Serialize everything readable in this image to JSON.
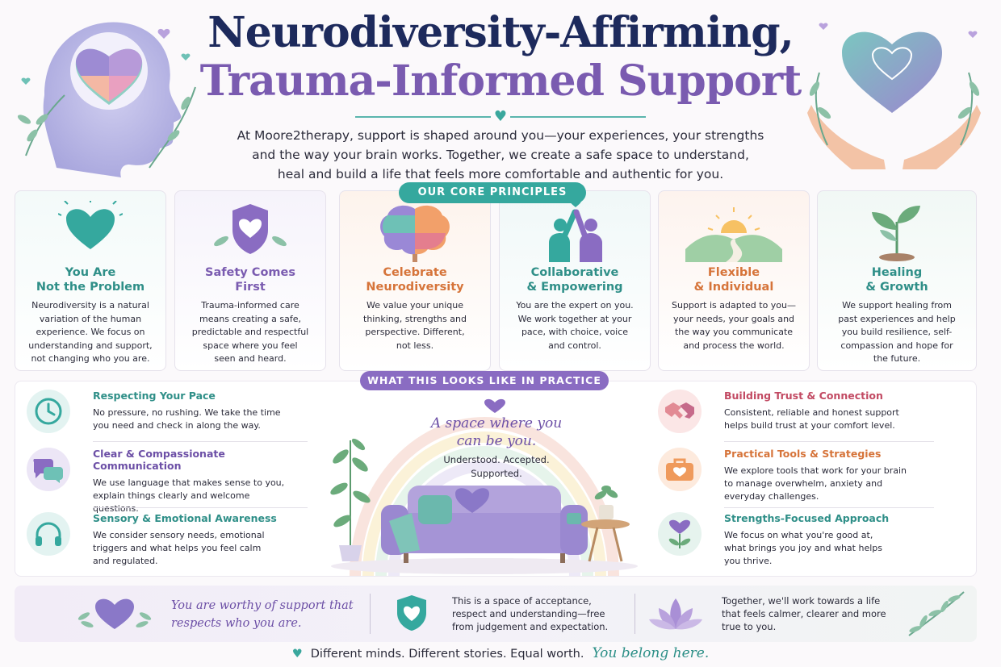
{
  "header": {
    "title_line1": "Neurodiversity-Affirming,",
    "title_line2": "Trauma-Informed Support",
    "intro_line1": "At Moore2therapy, support is shaped around you—your experiences, your strengths",
    "intro_line2": "and the way your brain works. Together, we create a safe space to understand,",
    "intro_line3": "heal and build a life that feels more comfortable and authentic for you."
  },
  "core_pill": "OUR CORE PRINCIPLES",
  "principles": [
    {
      "title1": "You Are",
      "title2": "Not the Problem",
      "color": "#2f8f88",
      "text": [
        "Neurodiversity is a natural",
        "variation of the human",
        "experience. We focus on",
        "understanding and support,",
        "not changing who you are."
      ]
    },
    {
      "title1": "Safety Comes",
      "title2": "First",
      "color": "#7a5bb0",
      "text": [
        "Trauma-informed care",
        "means creating a safe,",
        "predictable and respectful",
        "space where you feel",
        "seen and heard."
      ]
    },
    {
      "title1": "Celebrate",
      "title2": "Neurodiversity",
      "color": "#d6743a",
      "text": [
        "We value your unique",
        "thinking, strengths and",
        "perspective. Different,",
        "not less."
      ]
    },
    {
      "title1": "Collaborative",
      "title2": "& Empowering",
      "color": "#2f8f88",
      "text": [
        "You are the expert on you.",
        "We work together at your",
        "pace, with choice, voice",
        "and control."
      ]
    },
    {
      "title1": "Flexible",
      "title2": "& Individual",
      "color": "#d6743a",
      "text": [
        "Support is adapted to you—",
        "your needs, your goals and",
        "the way you communicate",
        "and process the world."
      ]
    },
    {
      "title1": "Healing",
      "title2": "& Growth",
      "color": "#2f8f88",
      "text": [
        "We support healing from",
        "past experiences and help",
        "you build resilience, self-",
        "compassion and hope for",
        "the future."
      ]
    }
  ],
  "practice_pill": "WHAT THIS LOOKS LIKE IN PRACTICE",
  "practice_left": [
    {
      "title": "Respecting Your Pace",
      "color": "#2f8f88",
      "text": [
        "No pressure, no rushing. We take the time",
        "you need and check in along the way."
      ]
    },
    {
      "title": "Clear & Compassionate Communication",
      "color": "#6c4fa6",
      "text": [
        "We use language that makes sense to you,",
        "explain things clearly and welcome questions."
      ]
    },
    {
      "title": "Sensory & Emotional Awareness",
      "color": "#2f8f88",
      "text": [
        "We consider sensory needs, emotional",
        "triggers and what helps you feel calm",
        "and regulated."
      ]
    }
  ],
  "practice_right": [
    {
      "title": "Building Trust & Connection",
      "color": "#c24a63",
      "text": [
        "Consistent, reliable and honest support",
        "helps build trust at your comfort level."
      ]
    },
    {
      "title": "Practical Tools & Strategies",
      "color": "#d6743a",
      "text": [
        "We explore tools that work for your brain",
        "to manage overwhelm, anxiety and",
        "everyday challenges."
      ]
    },
    {
      "title": "Strengths-Focused Approach",
      "color": "#2f8f88",
      "text": [
        "We focus on what you're good at,",
        "what brings you joy and what helps",
        "you thrive."
      ]
    }
  ],
  "center": {
    "title1": "A space where you",
    "title2": "can be you.",
    "sub1": "Understood. Accepted.",
    "sub2": "Supported."
  },
  "banner": {
    "quote1": "You are worthy of support that",
    "quote2": "respects who you are.",
    "mid": [
      "This is a space of acceptance,",
      "respect and understanding—free",
      "from judgement and expectation."
    ],
    "right": [
      "Together, we'll work towards a life",
      "that feels calmer, clearer and more",
      "true to you."
    ]
  },
  "footer": {
    "text": "Different minds. Different stories. Equal worth.",
    "belong": "You belong here."
  },
  "colors": {
    "teal": "#35a89e",
    "purple": "#8a6cc2",
    "navy": "#1d2a5c",
    "orange": "#d6743a"
  }
}
